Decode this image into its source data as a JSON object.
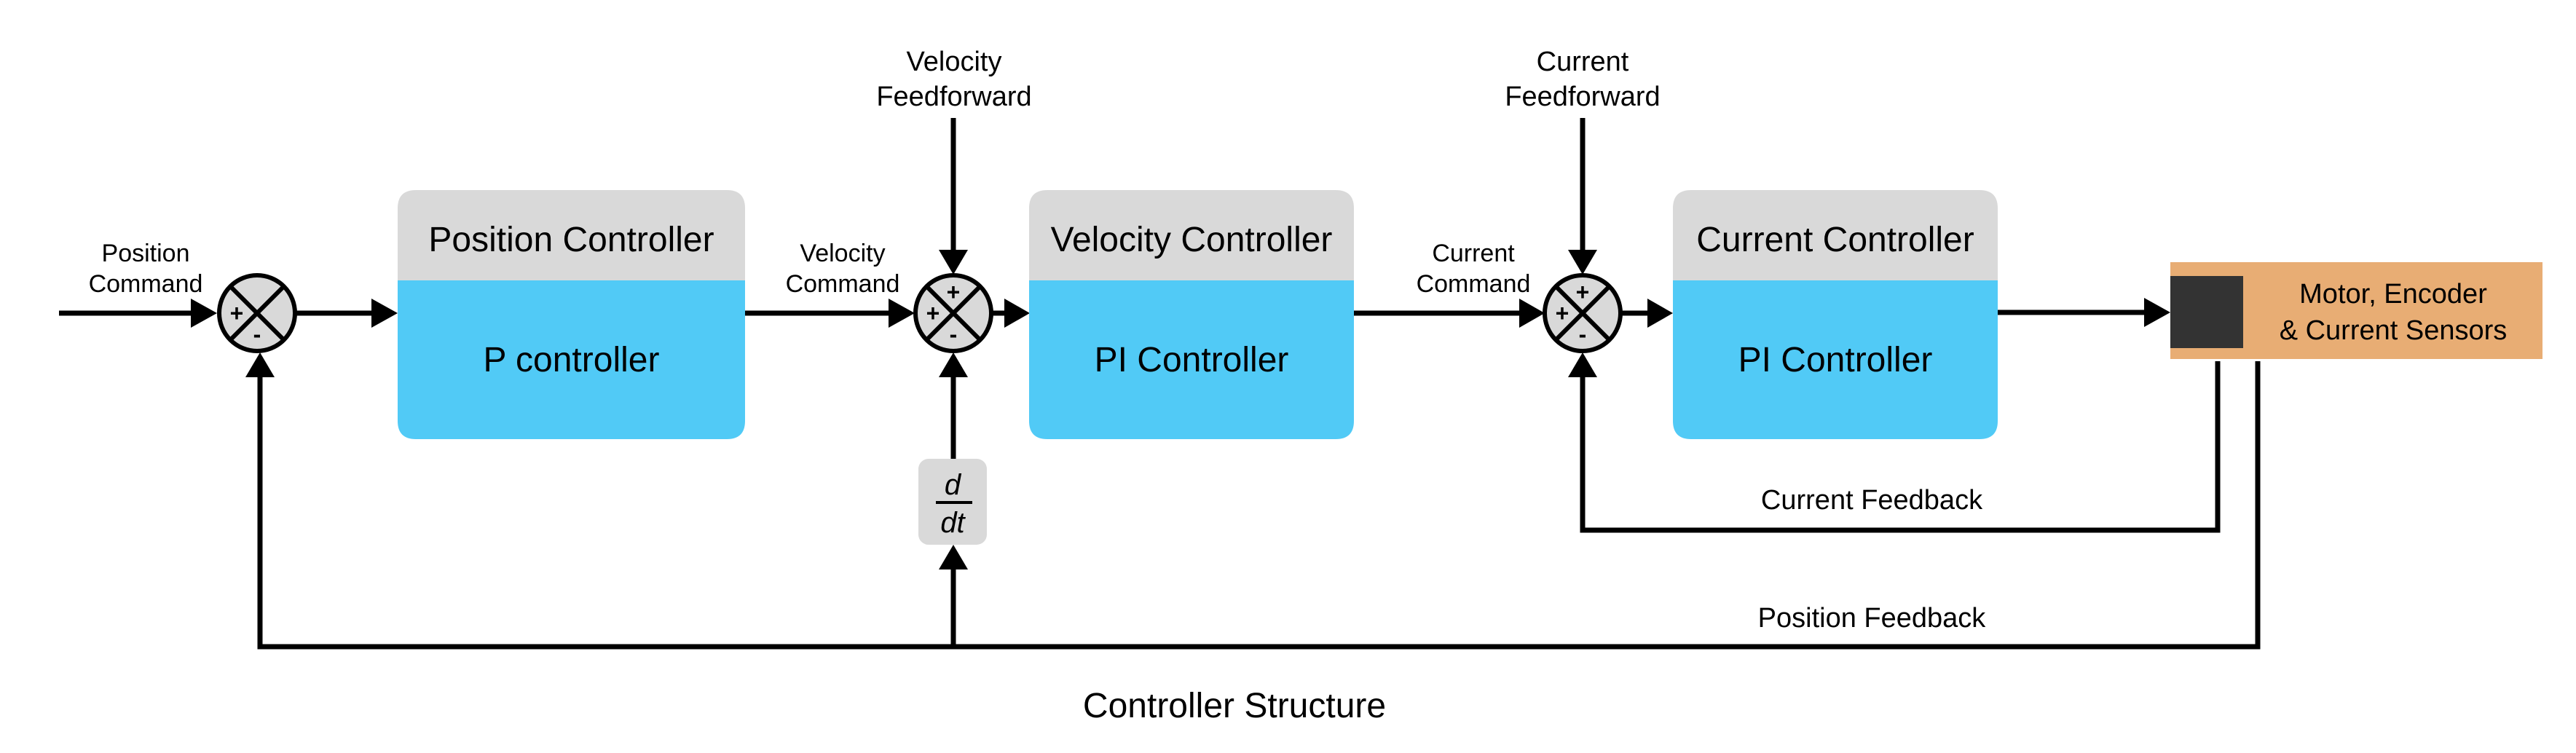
{
  "caption": "Controller Structure",
  "colors": {
    "block_header": "#d9d9d9",
    "block_body": "#51caf6",
    "junction_fill": "#d9d9d9",
    "plant_fill": "#e8ad74",
    "plant_actuator": "#333333",
    "derivative_fill": "#d9d9d9",
    "wire": "#000000"
  },
  "signals": {
    "position_command": [
      "Position",
      "Command"
    ],
    "velocity_command": [
      "Velocity",
      "Command"
    ],
    "current_command": [
      "Current",
      "Command"
    ],
    "velocity_feedforward": [
      "Velocity",
      "Feedforward"
    ],
    "current_feedforward": [
      "Current",
      "Feedforward"
    ],
    "current_feedback": "Current Feedback",
    "position_feedback": "Position Feedback"
  },
  "blocks": [
    {
      "id": "position",
      "header": "Position Controller",
      "body": "P controller"
    },
    {
      "id": "velocity",
      "header": "Velocity Controller",
      "body": "PI Controller"
    },
    {
      "id": "current",
      "header": "Current Controller",
      "body": "PI Controller"
    }
  ],
  "junctions": [
    {
      "id": "position-sum",
      "signs": {
        "left": "+",
        "bottom": "-"
      }
    },
    {
      "id": "velocity-sum",
      "signs": {
        "top": "+",
        "left": "+",
        "bottom": "-"
      }
    },
    {
      "id": "current-sum",
      "signs": {
        "top": "+",
        "left": "+",
        "bottom": "-"
      }
    }
  ],
  "derivative": {
    "numerator": "d",
    "denominator": "dt"
  },
  "plant": {
    "lines": [
      "Motor, Encoder",
      "& Current Sensors"
    ]
  }
}
